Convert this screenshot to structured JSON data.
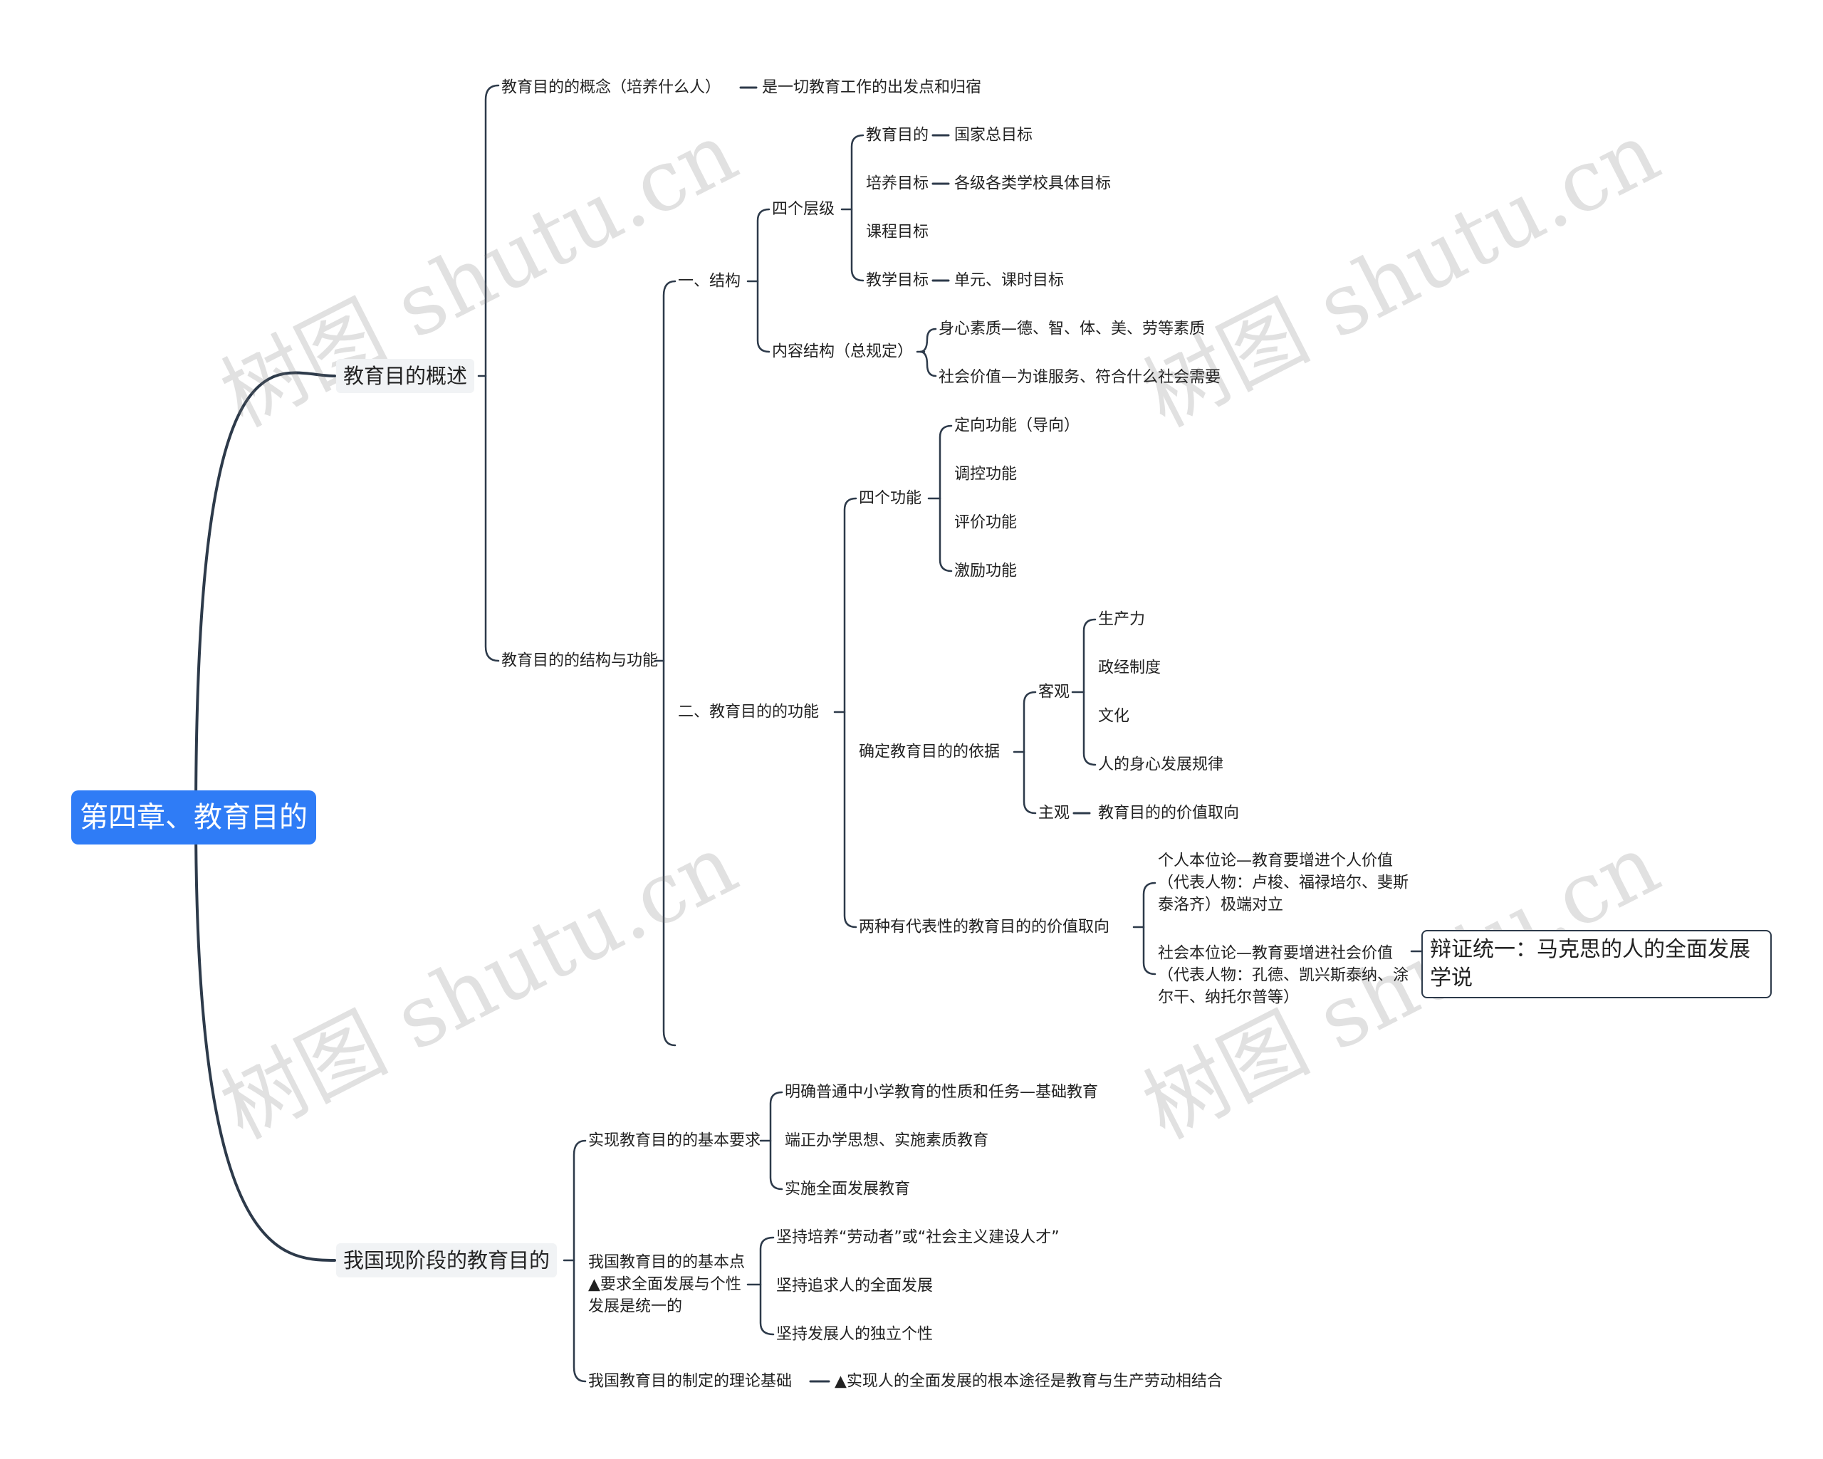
{
  "root": "第四章、教育目的",
  "branch_overview": {
    "title": "教育目的概述",
    "concept": {
      "label": "教育目的的概念（培养什么人）",
      "value": "是一切教育工作的出发点和归宿"
    },
    "structure_function": {
      "label": "教育目的的结构与功能",
      "structure": {
        "label": "一、结构",
        "levels": {
          "label": "四个层级",
          "items": [
            {
              "label": "教育目的",
              "value": "国家总目标"
            },
            {
              "label": "培养目标",
              "value": "各级各类学校具体目标"
            },
            {
              "label": "课程目标"
            },
            {
              "label": "教学目标",
              "value": "单元、课时目标"
            }
          ]
        },
        "content": {
          "label": "内容结构（总规定）",
          "items": [
            "身心素质—德、智、体、美、劳等素质",
            "社会价值—为谁服务、符合什么社会需要"
          ]
        }
      },
      "functions": {
        "label": "二、教育目的的功能",
        "four": {
          "label": "四个功能",
          "items": [
            "定向功能（导向）",
            "调控功能",
            "评价功能",
            "激励功能"
          ]
        },
        "basis": {
          "label": "确定教育目的的依据",
          "objective": {
            "label": "客观",
            "items": [
              "生产力",
              "政经制度",
              "文化",
              "人的身心发展规律"
            ]
          },
          "subjective": {
            "label": "主观",
            "value": "教育目的的价值取向"
          }
        },
        "value": {
          "label": "两种有代表性的教育目的的价值取向",
          "items": [
            "个人本位论—教育要增进个人价值（代表人物：卢梭、福禄培尔、斐斯泰洛齐）极端对立",
            "社会本位论—教育要增进社会价值（代表人物：孔德、凯兴斯泰纳、涂尔干、纳托尔普等）"
          ],
          "callout": "辩证统一：马克思的人的全面发展学说"
        }
      }
    }
  },
  "branch_current": {
    "title": "我国现阶段的教育目的",
    "requirements": {
      "label": "实现教育目的的基本要求",
      "items": [
        "明确普通中小学教育的性质和任务—基础教育",
        "端正办学思想、实施素质教育",
        "实施全面发展教育"
      ]
    },
    "basic_points": {
      "label": "我国教育目的的基本点▲要求全面发展与个性发展是统一的",
      "items": [
        "坚持培养“劳动者”或“社会主义建设人才”",
        "坚持追求人的全面发展",
        "坚持发展人的独立个性"
      ]
    },
    "theory": {
      "label": "我国教育目的制定的理论基础",
      "value": "▲实现人的全面发展的根本途径是教育与生产劳动相结合"
    }
  },
  "watermark": "树图 shutu.cn",
  "colors": {
    "root_bg": "#2f7cf6",
    "line": "#2d3a4a",
    "l1_bg": "#f1f3f5"
  }
}
